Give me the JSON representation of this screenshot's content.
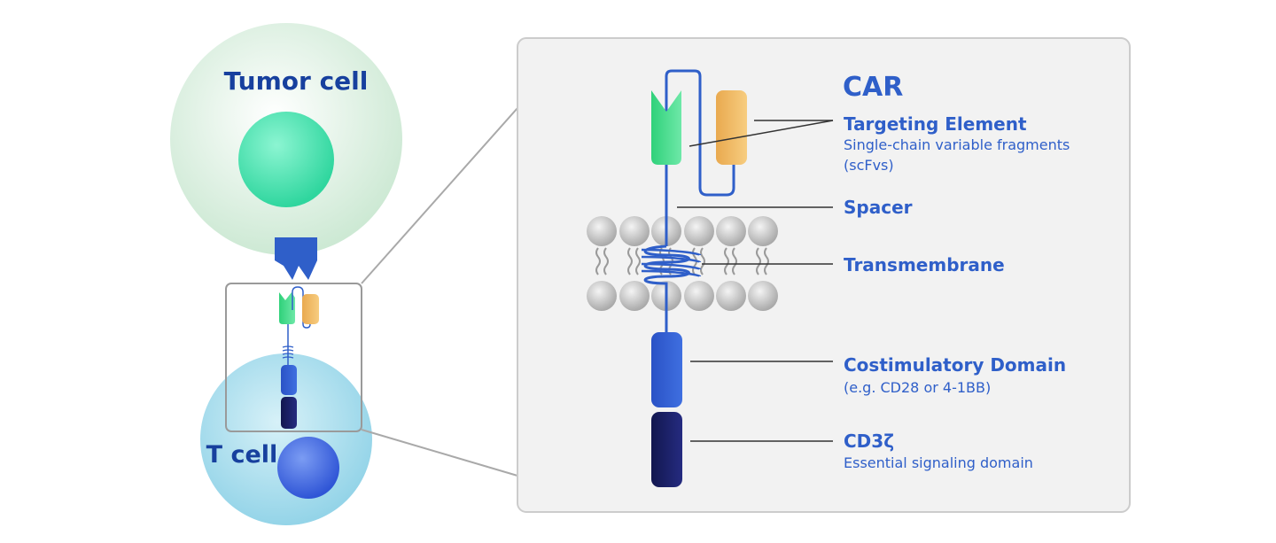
{
  "left_panel": {
    "tumor_cell_label": "Tumor cell",
    "t_cell_label": "T cell"
  },
  "detail_panel": {
    "title": "CAR",
    "components": [
      {
        "name": "Targeting Element",
        "description": [
          "Single-chain variable fragments",
          "(scFvs)"
        ]
      },
      {
        "name": "Spacer",
        "description": []
      },
      {
        "name": "Transmembrane",
        "description": []
      },
      {
        "name": "Costimulatory Domain",
        "description": [
          "(e.g. CD28 or 4-1BB)"
        ]
      },
      {
        "name": "CD3ζ",
        "description": [
          "Essential signaling domain"
        ]
      }
    ]
  },
  "colors": {
    "tumor_cell": "#d4ecda",
    "tumor_nucleus": "#3fe0ab",
    "t_cell": "#a6dcec",
    "t_nucleus": "#3b63e0",
    "antigen": "#2f5fc9",
    "scfv_light": "#3ddc84",
    "scfv_heavy": "#f0b860",
    "costimulatory": "#2f5fcf",
    "cd3z": "#1a1f66",
    "label_text": "#2f5fc9",
    "membrane_bead": "#c4c4c4",
    "panel_bg": "#f2f2f2"
  }
}
